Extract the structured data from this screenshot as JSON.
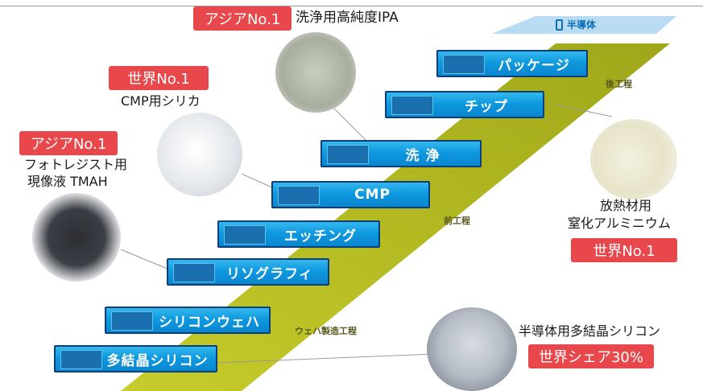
{
  "header": {
    "semiconductor_label": "半導体"
  },
  "steps": [
    {
      "label": "パッケージ",
      "icon": "package-icon"
    },
    {
      "label": "チップ",
      "icon": "chip-icon"
    },
    {
      "label": "洗 浄",
      "icon": "cleaning-icon"
    },
    {
      "label": "CMP",
      "icon": "cmp-icon"
    },
    {
      "label": "エッチング",
      "icon": "etching-icon"
    },
    {
      "label": "リソグラフィ",
      "icon": "lithography-icon"
    },
    {
      "label": "シリコンウェハ",
      "icon": "wafer-icon"
    },
    {
      "label": "多結晶シリコン",
      "icon": "polysilicon-icon"
    }
  ],
  "stages": {
    "back_end": "後工程",
    "front_end": "前工程",
    "wafer": "ウェハ製造工程"
  },
  "products": {
    "ipa": {
      "badge": "アジアNo.1",
      "caption": "洗浄用高純度IPA"
    },
    "silica": {
      "badge": "世界No.1",
      "caption": "CMP用シリカ"
    },
    "tmah": {
      "badge": "アジアNo.1",
      "caption_line1": "フォトレジスト用",
      "caption_line2": "現像液 TMAH"
    },
    "aln": {
      "caption_line1": "放熱材用",
      "caption_line2": "窒化アルミニウム",
      "badge": "世界No.1"
    },
    "polysi": {
      "caption": "半導体用多結晶シリコン",
      "badge": "世界シェア30%"
    }
  },
  "colors": {
    "accent_red": "#e8484c",
    "step_blue": "#0f99df",
    "staircase_olive": "#b5bc1c",
    "sky_blue": "#b9dcf3"
  }
}
